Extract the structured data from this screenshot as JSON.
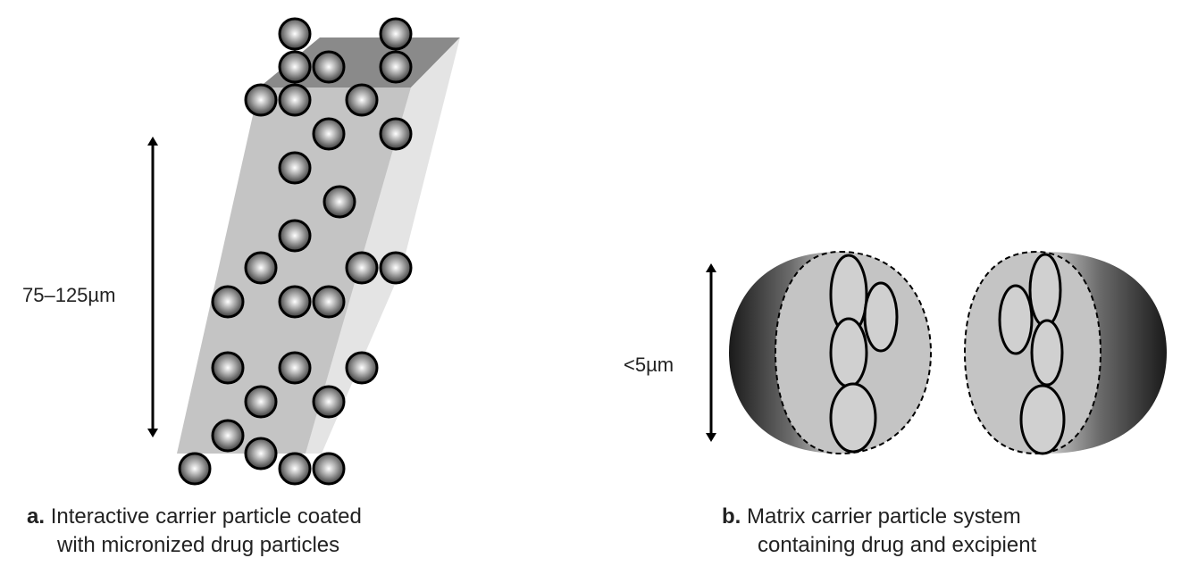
{
  "panel_a": {
    "size_label": "75–125µm",
    "caption_letter": "a.",
    "caption_line1": "Interactive carrier particle coated",
    "caption_line2": "with micronized drug particles"
  },
  "panel_b": {
    "size_label": "<5µm",
    "caption_letter": "b.",
    "caption_line1": "Matrix carrier particle system",
    "caption_line2": "containing drug and excipient"
  },
  "colors": {
    "carrier_face": "#c4c4c4",
    "carrier_side": "#e4e4e4",
    "carrier_top": "#8a8a8a",
    "outline": "#000000"
  }
}
